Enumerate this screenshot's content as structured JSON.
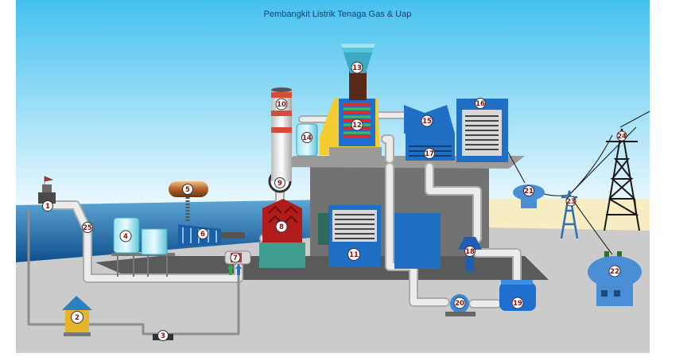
{
  "title": "Pembangkit  Listrik  Tenaga Gas & Uap",
  "markers": [
    "1",
    "2",
    "3",
    "4",
    "5",
    "6",
    "7",
    "8",
    "9",
    "10",
    "11",
    "12",
    "13",
    "14",
    "15",
    "16",
    "17",
    "18",
    "19",
    "20",
    "21",
    "22",
    "23",
    "24",
    "25"
  ],
  "colors": {
    "sky_top": "#47c3ee",
    "sky_bottom": "#ffffff",
    "sea": "#1a5f9c",
    "sand": "#f7ecc2",
    "ground": "#c9c9c9",
    "equipment_blue": "#1e6fb8",
    "pipe": "#d8d8d8",
    "building": "#6d6d6d",
    "tower": "#1a1a1a",
    "marker_fill": "#ffffff",
    "marker_text": "#8a1010"
  }
}
